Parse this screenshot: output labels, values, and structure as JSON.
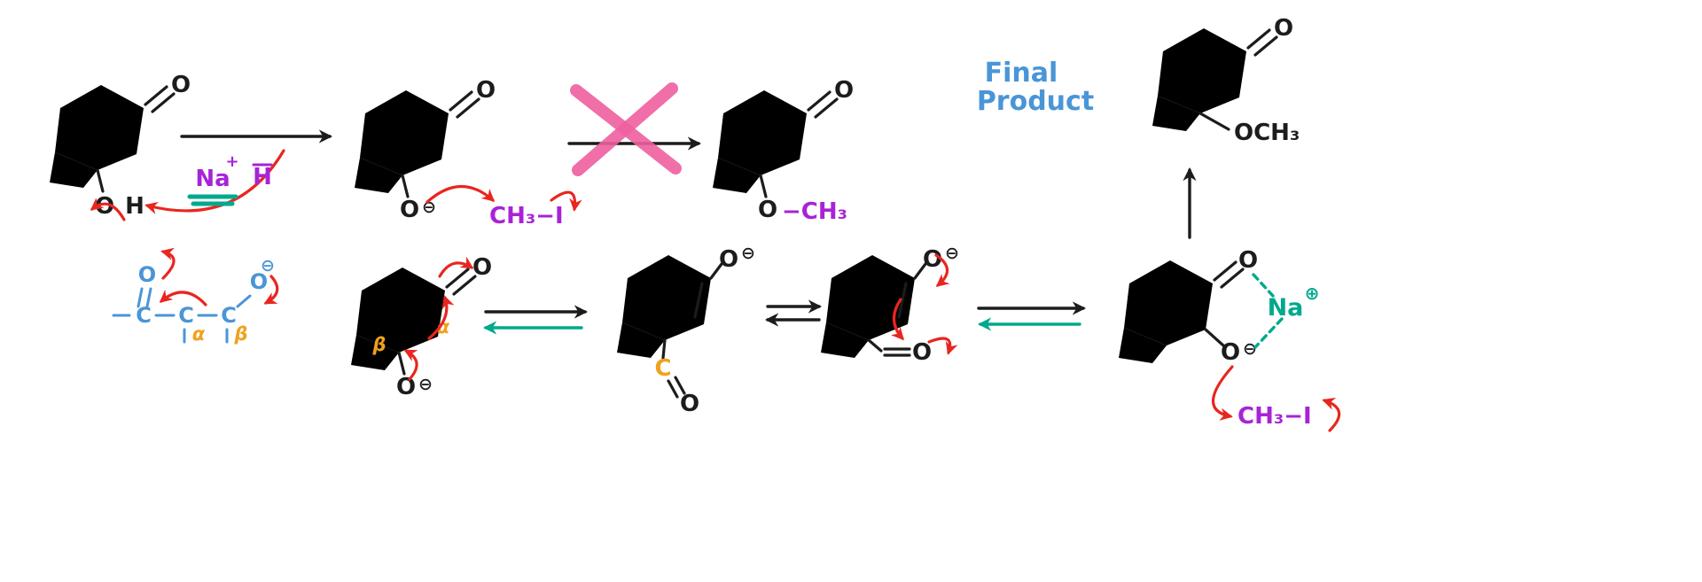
{
  "colors": {
    "black": "#1c1c1c",
    "red": "#e8261f",
    "purple": "#a823d6",
    "teal": "#00a98c",
    "blue": "#4a95d6",
    "pink": "#ee5f9f",
    "orange": "#f0a11e",
    "background": "#ffffff"
  },
  "labels": {
    "o": "O",
    "h": "H",
    "c": "C",
    "na": "Na",
    "na_charge": "+",
    "hydride": "H",
    "ch3i": "CH₃−I",
    "och3": "OCH₃",
    "dash_ch3": "−CH₃",
    "alpha": "α",
    "beta": "β",
    "minus_circled": "⊖",
    "plus_circled": "⊕",
    "final_line1": "Final",
    "final_line2": "Product"
  }
}
